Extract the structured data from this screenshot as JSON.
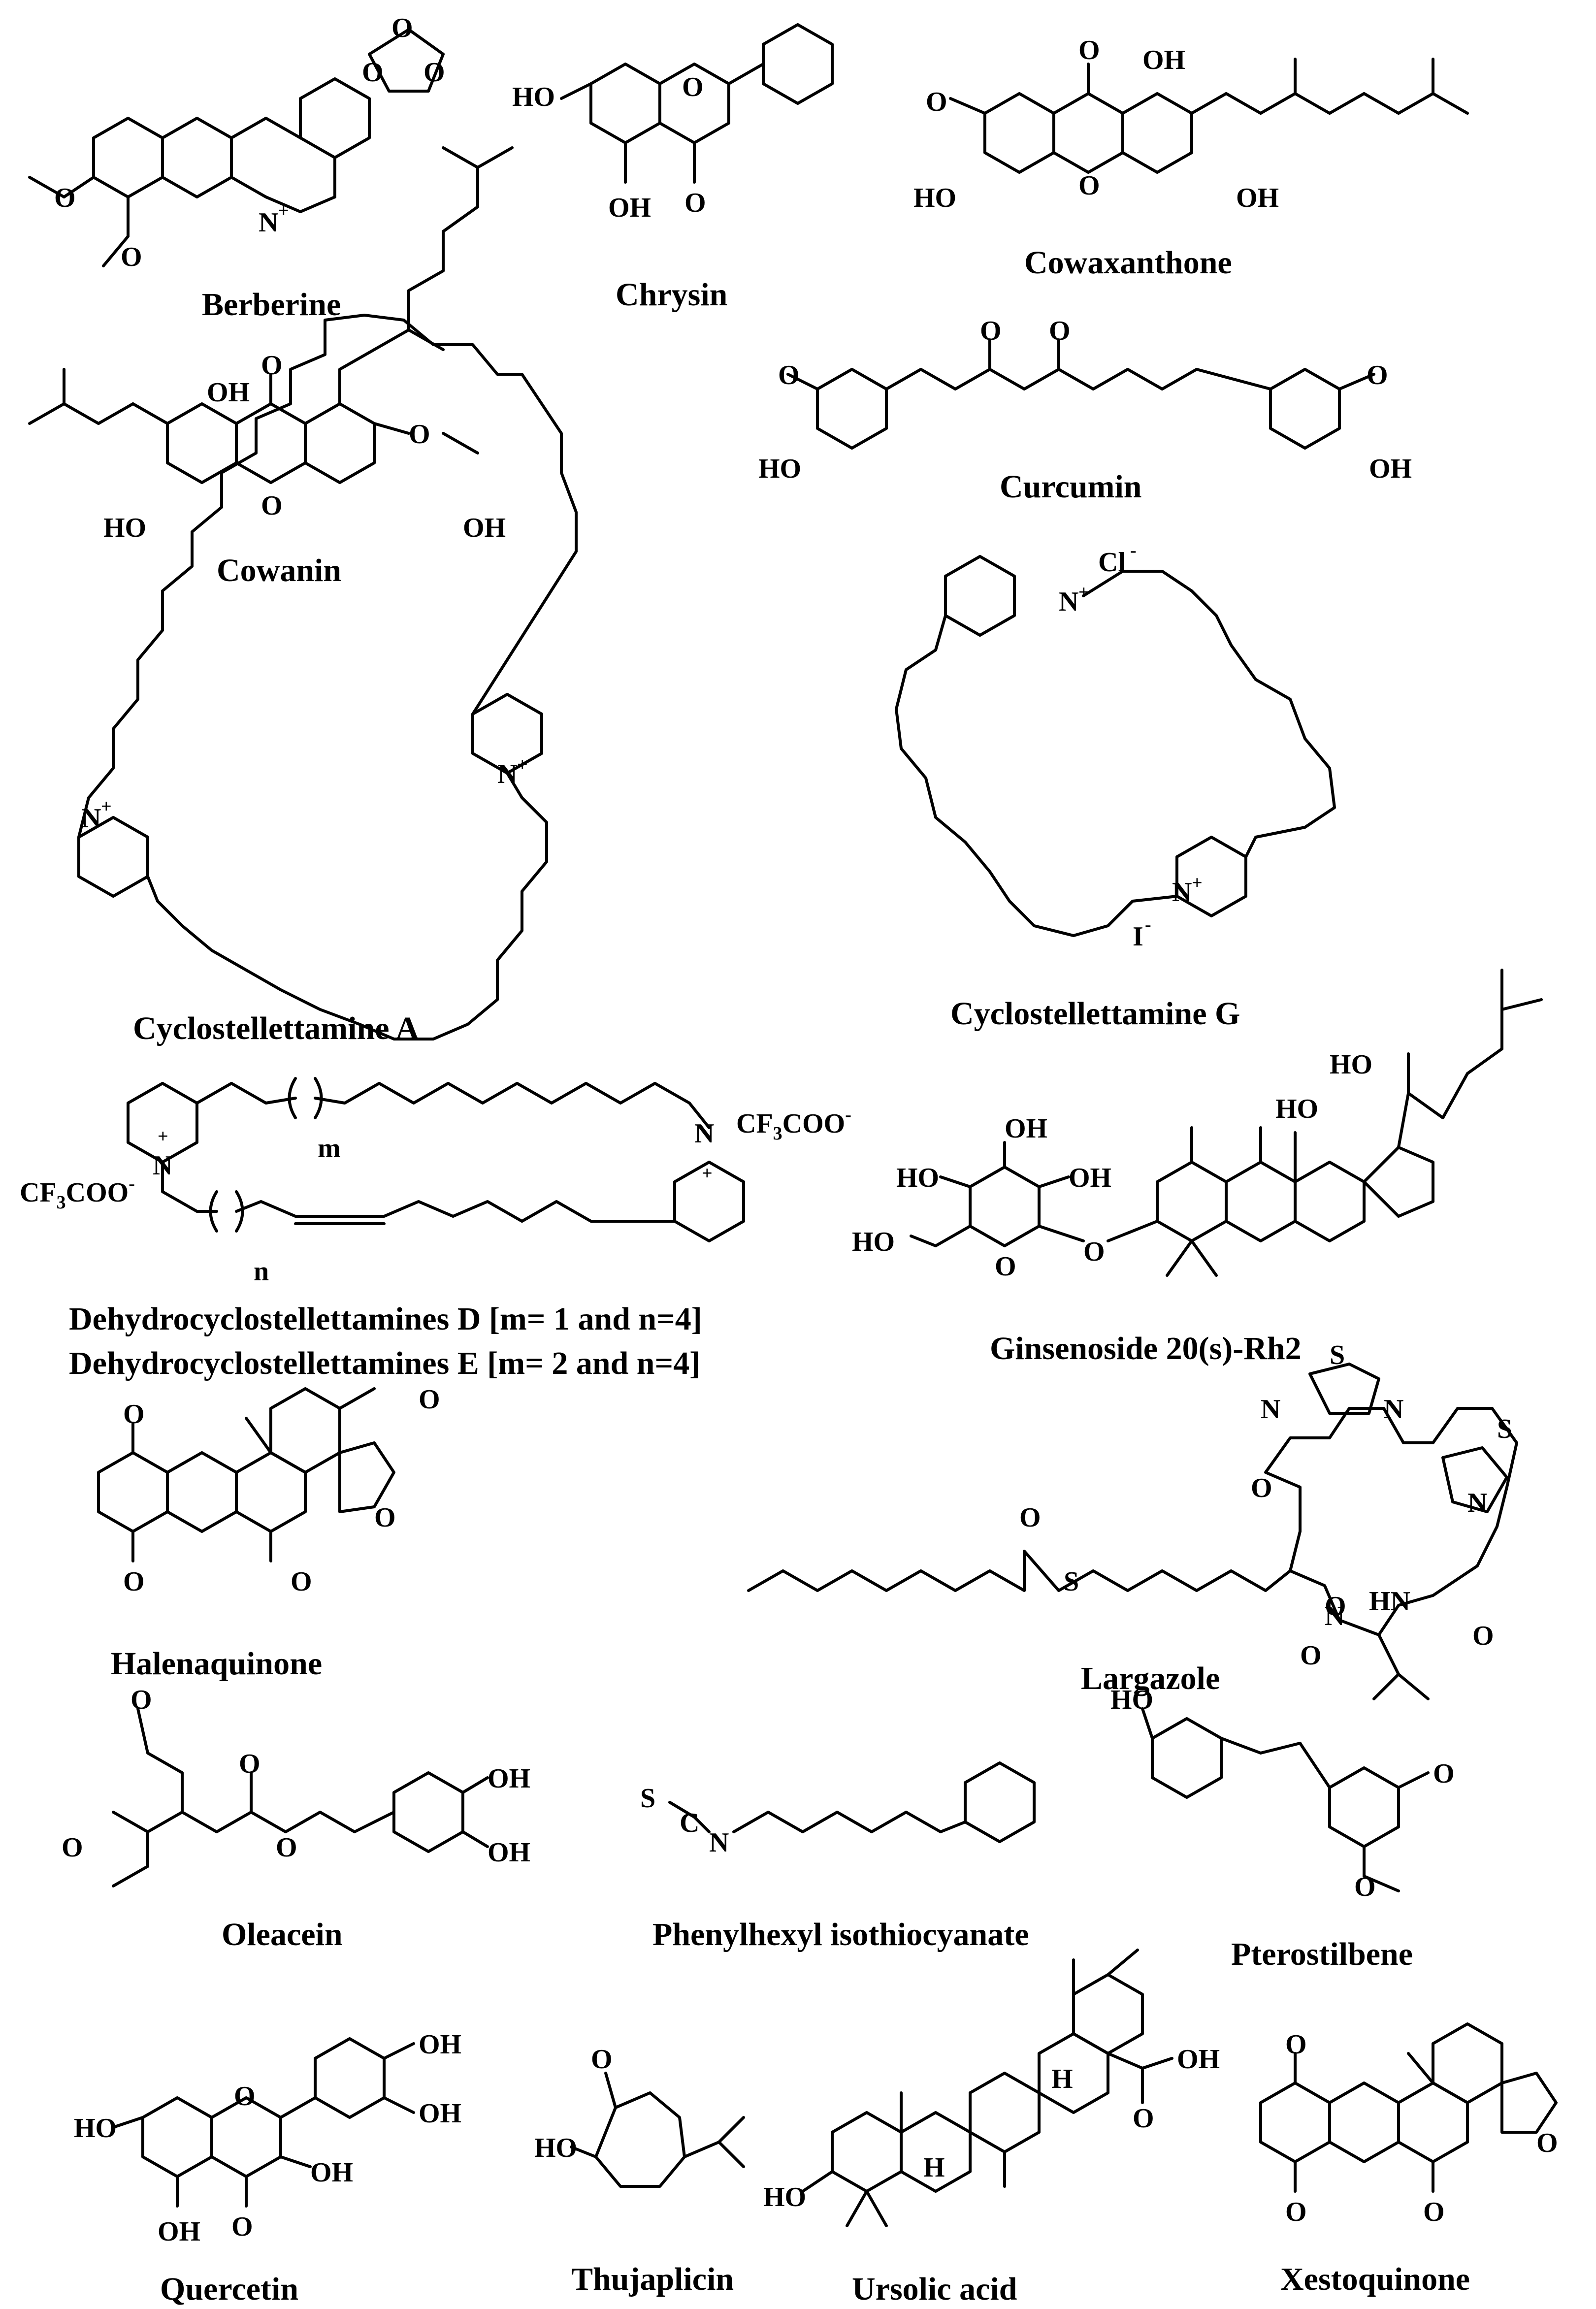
{
  "compounds": {
    "berberine": "Berberine",
    "chrysin": "Chrysin",
    "cowaxanthone": "Cowaxanthone",
    "cowanin": "Cowanin",
    "curcumin": "Curcumin",
    "cyclostellettamine_a": "Cyclostellettamine A",
    "cyclostellettamine_g": "Cyclostellettamine G",
    "dehydro_d": "Dehydrocyclostellettamines D [m= 1 and n=4]",
    "dehydro_e": "Dehydrocyclostellettamines E [m= 2 and n=4]",
    "ginsenoside": "Ginsenoside 20(s)-Rh2",
    "halenaquinone": "Halenaquinone",
    "largazole": "Largazole",
    "oleacein": "Oleacein",
    "phenylhexyl": "Phenylhexyl isothiocyanate",
    "pterostilbene": "Pterostilbene",
    "quercetin": "Quercetin",
    "thujaplicin": "Thujaplicin",
    "ursolic_acid": "Ursolic acid",
    "xestoquinone": "Xestoquinone"
  },
  "atoms": {
    "O": "O",
    "OH": "OH",
    "HO": "HO",
    "N": "N",
    "S": "S",
    "H": "H",
    "C": "C",
    "plus": "+",
    "minus": "-",
    "Cl": "Cl",
    "I": "I",
    "CF3COO_CF": "CF",
    "CF3COO_3": "3",
    "CF3COO_COO": "COO",
    "m": "m",
    "n": "n",
    "HN": "HN"
  }
}
